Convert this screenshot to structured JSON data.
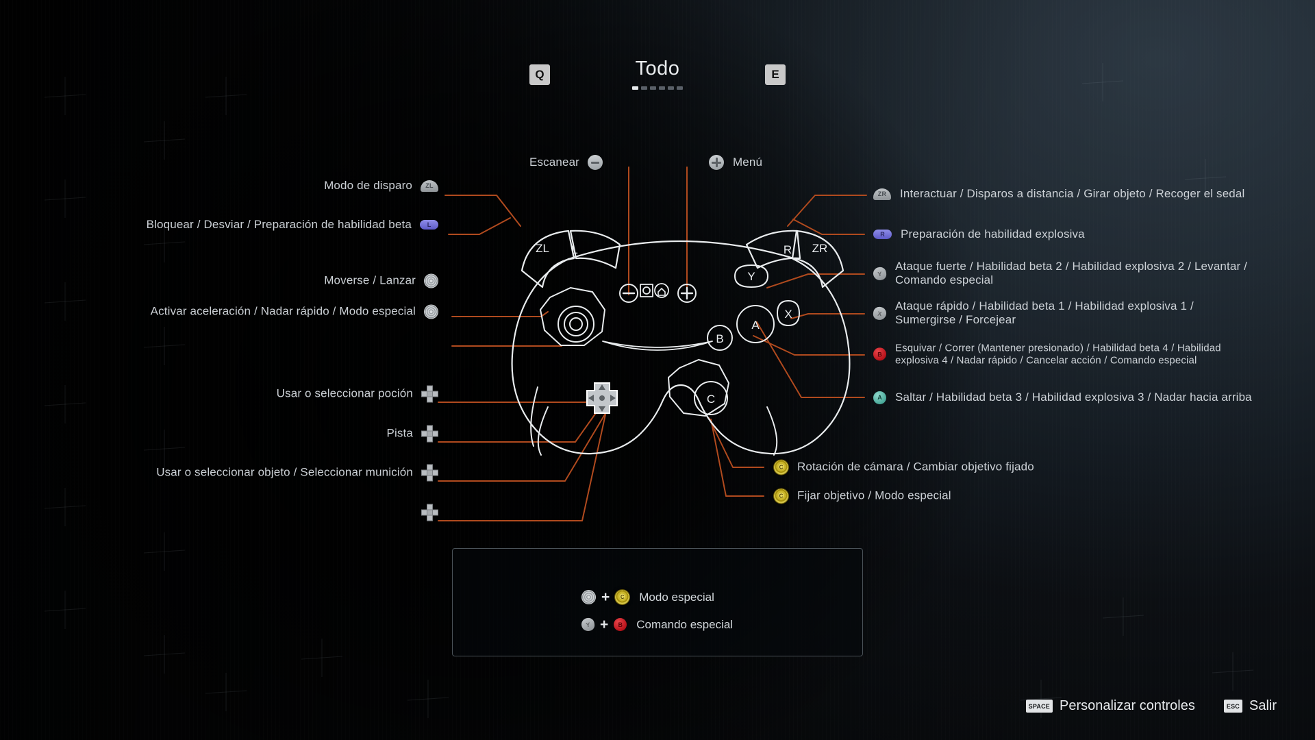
{
  "header": {
    "prev_key": "Q",
    "next_key": "E",
    "title": "Todo",
    "page_dots": 6,
    "active_dot": 0
  },
  "top_labels": [
    {
      "label": "Escanear",
      "icon": "minus-button-icon",
      "side": "left"
    },
    {
      "label": "Menú",
      "icon": "plus-button-icon",
      "side": "right"
    }
  ],
  "left_column": [
    {
      "label": "Modo de disparo",
      "icon": "trigger-zl-icon",
      "icon_text": "ZL",
      "type": "trigger"
    },
    {
      "label": "Bloquear / Desviar / Preparación de habilidad beta",
      "icon": "bumper-l-icon",
      "icon_text": "L",
      "type": "bumper"
    },
    {
      "label": "Moverse / Lanzar",
      "icon": "left-stick-icon",
      "icon_text": "",
      "type": "stick"
    },
    {
      "label": "Activar aceleración / Nadar rápido / Modo especial",
      "icon": "left-stick-press-icon",
      "icon_text": "",
      "type": "stick"
    },
    {
      "label": "Usar o seleccionar poción",
      "icon": "dpad-up-icon",
      "icon_text": "",
      "type": "dpad"
    },
    {
      "label": "Pista",
      "icon": "dpad-left-icon",
      "icon_text": "",
      "type": "dpad"
    },
    {
      "label": "Usar o seleccionar objeto / Seleccionar munición",
      "icon": "dpad-right-icon",
      "icon_text": "",
      "type": "dpad"
    },
    {
      "label": "",
      "icon": "dpad-down-icon",
      "icon_text": "",
      "type": "dpad"
    }
  ],
  "right_column": [
    {
      "label": "Interactuar / Disparos a distancia / Girar objeto / Recoger el sedal",
      "icon": "trigger-zr-icon",
      "icon_text": "ZR",
      "type": "trigger"
    },
    {
      "label": "Preparación de habilidad explosiva",
      "icon": "bumper-r-icon",
      "icon_text": "R",
      "type": "bumper"
    },
    {
      "label": "Ataque fuerte / Habilidad beta 2 / Habilidad explosiva 2 / Levantar / Comando especial",
      "icon": "button-y-icon",
      "icon_text": "Y",
      "type": "face-y"
    },
    {
      "label": "Ataque rápido / Habilidad beta 1 / Habilidad explosiva 1 / Sumergirse / Forcejear",
      "icon": "button-x-icon",
      "icon_text": "X",
      "type": "face-x"
    },
    {
      "label": "Esquivar / Correr (Mantener presionado) / Habilidad beta 4 / Habilidad explosiva 4 / Nadar rápido / Cancelar acción / Comando especial",
      "icon": "button-b-icon",
      "icon_text": "B",
      "type": "face-b"
    },
    {
      "label": "Saltar / Habilidad beta 3 / Habilidad explosiva 3 / Nadar hacia arriba",
      "icon": "button-a-icon",
      "icon_text": "A",
      "type": "face-a"
    }
  ],
  "right_lower_column": [
    {
      "label": "Rotación de cámara / Cambiar objetivo fijado",
      "icon": "c-stick-icon",
      "icon_text": "C",
      "type": "cstick"
    },
    {
      "label": "Fijar objetivo / Modo especial",
      "icon": "c-stick-press-icon",
      "icon_text": "C",
      "type": "cstick"
    }
  ],
  "combos": [
    {
      "icon_a": "left-stick-icon",
      "icon_a_type": "stick",
      "icon_a_text": "",
      "plus": "+",
      "icon_b": "c-stick-icon",
      "icon_b_type": "cstick",
      "icon_b_text": "C",
      "label": "Modo especial"
    },
    {
      "icon_a": "button-y-icon",
      "icon_a_type": "face-y",
      "icon_a_text": "Y",
      "plus": "+",
      "icon_b": "button-b-icon",
      "icon_b_type": "face-b",
      "icon_b_text": "B",
      "label": "Comando especial"
    }
  ],
  "controller_diagram": {
    "labels": [
      "ZL",
      "L",
      "R",
      "ZR",
      "Y",
      "X",
      "A",
      "B",
      "C"
    ],
    "line_color": "#b04a1e",
    "outline_color": "#e9ecee"
  },
  "footer": [
    {
      "key": "SPACE",
      "label": "Personalizar controles"
    },
    {
      "key": "ESC",
      "label": "Salir"
    }
  ],
  "colors": {
    "accent_line": "#b04a1e",
    "bumper": "#6f6cd8",
    "button_b": "#c8171f",
    "button_a": "#57b3a3",
    "cstick": "#cbb72c",
    "text": "#ccd1d6"
  }
}
